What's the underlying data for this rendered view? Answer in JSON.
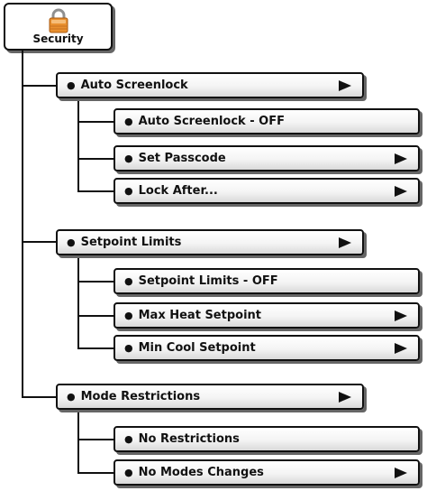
{
  "root": {
    "label": "Security",
    "icon": "lock-icon"
  },
  "groups": [
    {
      "label": "Auto Screenlock",
      "has_arrow": true,
      "children": [
        {
          "label": "Auto Screenlock - OFF",
          "has_arrow": false
        },
        {
          "label": "Set Passcode",
          "has_arrow": true
        },
        {
          "label": "Lock After...",
          "has_arrow": true
        }
      ]
    },
    {
      "label": "Setpoint Limits",
      "has_arrow": true,
      "children": [
        {
          "label": "Setpoint Limits - OFF",
          "has_arrow": false
        },
        {
          "label": "Max Heat Setpoint",
          "has_arrow": true
        },
        {
          "label": "Min Cool Setpoint",
          "has_arrow": true
        }
      ]
    },
    {
      "label": "Mode Restrictions",
      "has_arrow": true,
      "children": [
        {
          "label": "No Restrictions",
          "has_arrow": false
        },
        {
          "label": "No Modes Changes",
          "has_arrow": true
        }
      ]
    }
  ],
  "colors": {
    "lock_body": "#e9902f",
    "lock_shackle": "#9a9a9a",
    "line": "#111111"
  }
}
